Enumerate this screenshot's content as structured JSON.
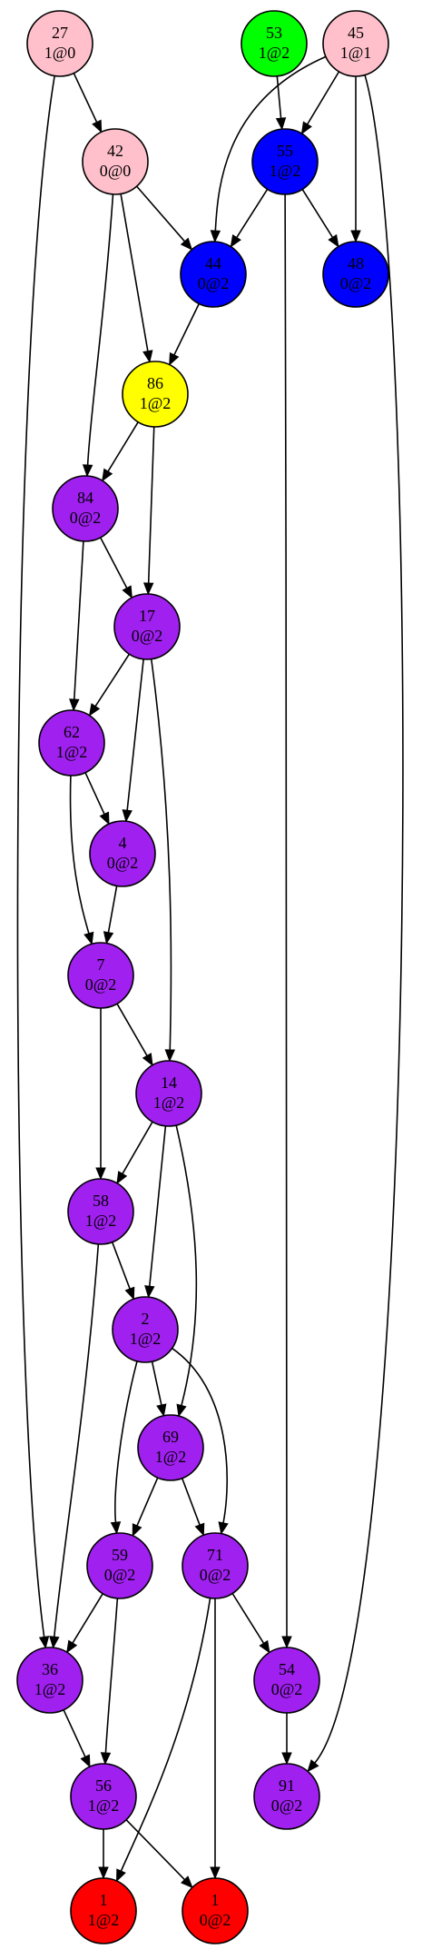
{
  "colors": {
    "pink": "#ffc0cb",
    "green": "#00ff00",
    "blue": "#0000ff",
    "yellow": "#ffff00",
    "purple": "#a020f0",
    "red": "#ff0000",
    "stroke": "#000000",
    "background": "#ffffff"
  },
  "nodes": [
    {
      "id": "n27",
      "label": "27",
      "sub": "1@0",
      "color": "pink"
    },
    {
      "id": "n53",
      "label": "53",
      "sub": "1@2",
      "color": "green"
    },
    {
      "id": "n45",
      "label": "45",
      "sub": "1@1",
      "color": "pink"
    },
    {
      "id": "n42",
      "label": "42",
      "sub": "0@0",
      "color": "pink"
    },
    {
      "id": "n55",
      "label": "55",
      "sub": "1@2",
      "color": "blue"
    },
    {
      "id": "n44",
      "label": "44",
      "sub": "0@2",
      "color": "blue"
    },
    {
      "id": "n48",
      "label": "48",
      "sub": "0@2",
      "color": "blue"
    },
    {
      "id": "n86",
      "label": "86",
      "sub": "1@2",
      "color": "yellow"
    },
    {
      "id": "n84",
      "label": "84",
      "sub": "0@2",
      "color": "purple"
    },
    {
      "id": "n17",
      "label": "17",
      "sub": "0@2",
      "color": "purple"
    },
    {
      "id": "n62",
      "label": "62",
      "sub": "1@2",
      "color": "purple"
    },
    {
      "id": "n4",
      "label": "4",
      "sub": "0@2",
      "color": "purple"
    },
    {
      "id": "n7",
      "label": "7",
      "sub": "0@2",
      "color": "purple"
    },
    {
      "id": "n14",
      "label": "14",
      "sub": "1@2",
      "color": "purple"
    },
    {
      "id": "n58",
      "label": "58",
      "sub": "1@2",
      "color": "purple"
    },
    {
      "id": "n2",
      "label": "2",
      "sub": "1@2",
      "color": "purple"
    },
    {
      "id": "n69",
      "label": "69",
      "sub": "1@2",
      "color": "purple"
    },
    {
      "id": "n59",
      "label": "59",
      "sub": "0@2",
      "color": "purple"
    },
    {
      "id": "n71",
      "label": "71",
      "sub": "0@2",
      "color": "purple"
    },
    {
      "id": "n36",
      "label": "36",
      "sub": "1@2",
      "color": "purple"
    },
    {
      "id": "n54",
      "label": "54",
      "sub": "0@2",
      "color": "purple"
    },
    {
      "id": "n56",
      "label": "56",
      "sub": "1@2",
      "color": "purple"
    },
    {
      "id": "n91",
      "label": "91",
      "sub": "0@2",
      "color": "purple"
    },
    {
      "id": "n1a",
      "label": "1",
      "sub": "1@2",
      "color": "red"
    },
    {
      "id": "n1b",
      "label": "1",
      "sub": "0@2",
      "color": "red"
    }
  ],
  "edges": [
    {
      "from": "n27",
      "to": "n42"
    },
    {
      "from": "n27",
      "to": "n36"
    },
    {
      "from": "n53",
      "to": "n55"
    },
    {
      "from": "n45",
      "to": "n55"
    },
    {
      "from": "n45",
      "to": "n44"
    },
    {
      "from": "n45",
      "to": "n48"
    },
    {
      "from": "n45",
      "to": "n91"
    },
    {
      "from": "n42",
      "to": "n44"
    },
    {
      "from": "n42",
      "to": "n86"
    },
    {
      "from": "n42",
      "to": "n84"
    },
    {
      "from": "n55",
      "to": "n44"
    },
    {
      "from": "n55",
      "to": "n48"
    },
    {
      "from": "n55",
      "to": "n54"
    },
    {
      "from": "n44",
      "to": "n86"
    },
    {
      "from": "n86",
      "to": "n84"
    },
    {
      "from": "n86",
      "to": "n17"
    },
    {
      "from": "n84",
      "to": "n17"
    },
    {
      "from": "n84",
      "to": "n62"
    },
    {
      "from": "n17",
      "to": "n62"
    },
    {
      "from": "n17",
      "to": "n4"
    },
    {
      "from": "n17",
      "to": "n14"
    },
    {
      "from": "n62",
      "to": "n4"
    },
    {
      "from": "n62",
      "to": "n7"
    },
    {
      "from": "n4",
      "to": "n7"
    },
    {
      "from": "n7",
      "to": "n14"
    },
    {
      "from": "n7",
      "to": "n58"
    },
    {
      "from": "n14",
      "to": "n58"
    },
    {
      "from": "n14",
      "to": "n2"
    },
    {
      "from": "n14",
      "to": "n69"
    },
    {
      "from": "n58",
      "to": "n2"
    },
    {
      "from": "n58",
      "to": "n36"
    },
    {
      "from": "n2",
      "to": "n69"
    },
    {
      "from": "n2",
      "to": "n59"
    },
    {
      "from": "n2",
      "to": "n71"
    },
    {
      "from": "n69",
      "to": "n59"
    },
    {
      "from": "n69",
      "to": "n71"
    },
    {
      "from": "n59",
      "to": "n36"
    },
    {
      "from": "n59",
      "to": "n56"
    },
    {
      "from": "n71",
      "to": "n54"
    },
    {
      "from": "n71",
      "to": "n1a"
    },
    {
      "from": "n71",
      "to": "n1b"
    },
    {
      "from": "n36",
      "to": "n56"
    },
    {
      "from": "n54",
      "to": "n91"
    },
    {
      "from": "n56",
      "to": "n1a"
    },
    {
      "from": "n56",
      "to": "n1b"
    }
  ]
}
